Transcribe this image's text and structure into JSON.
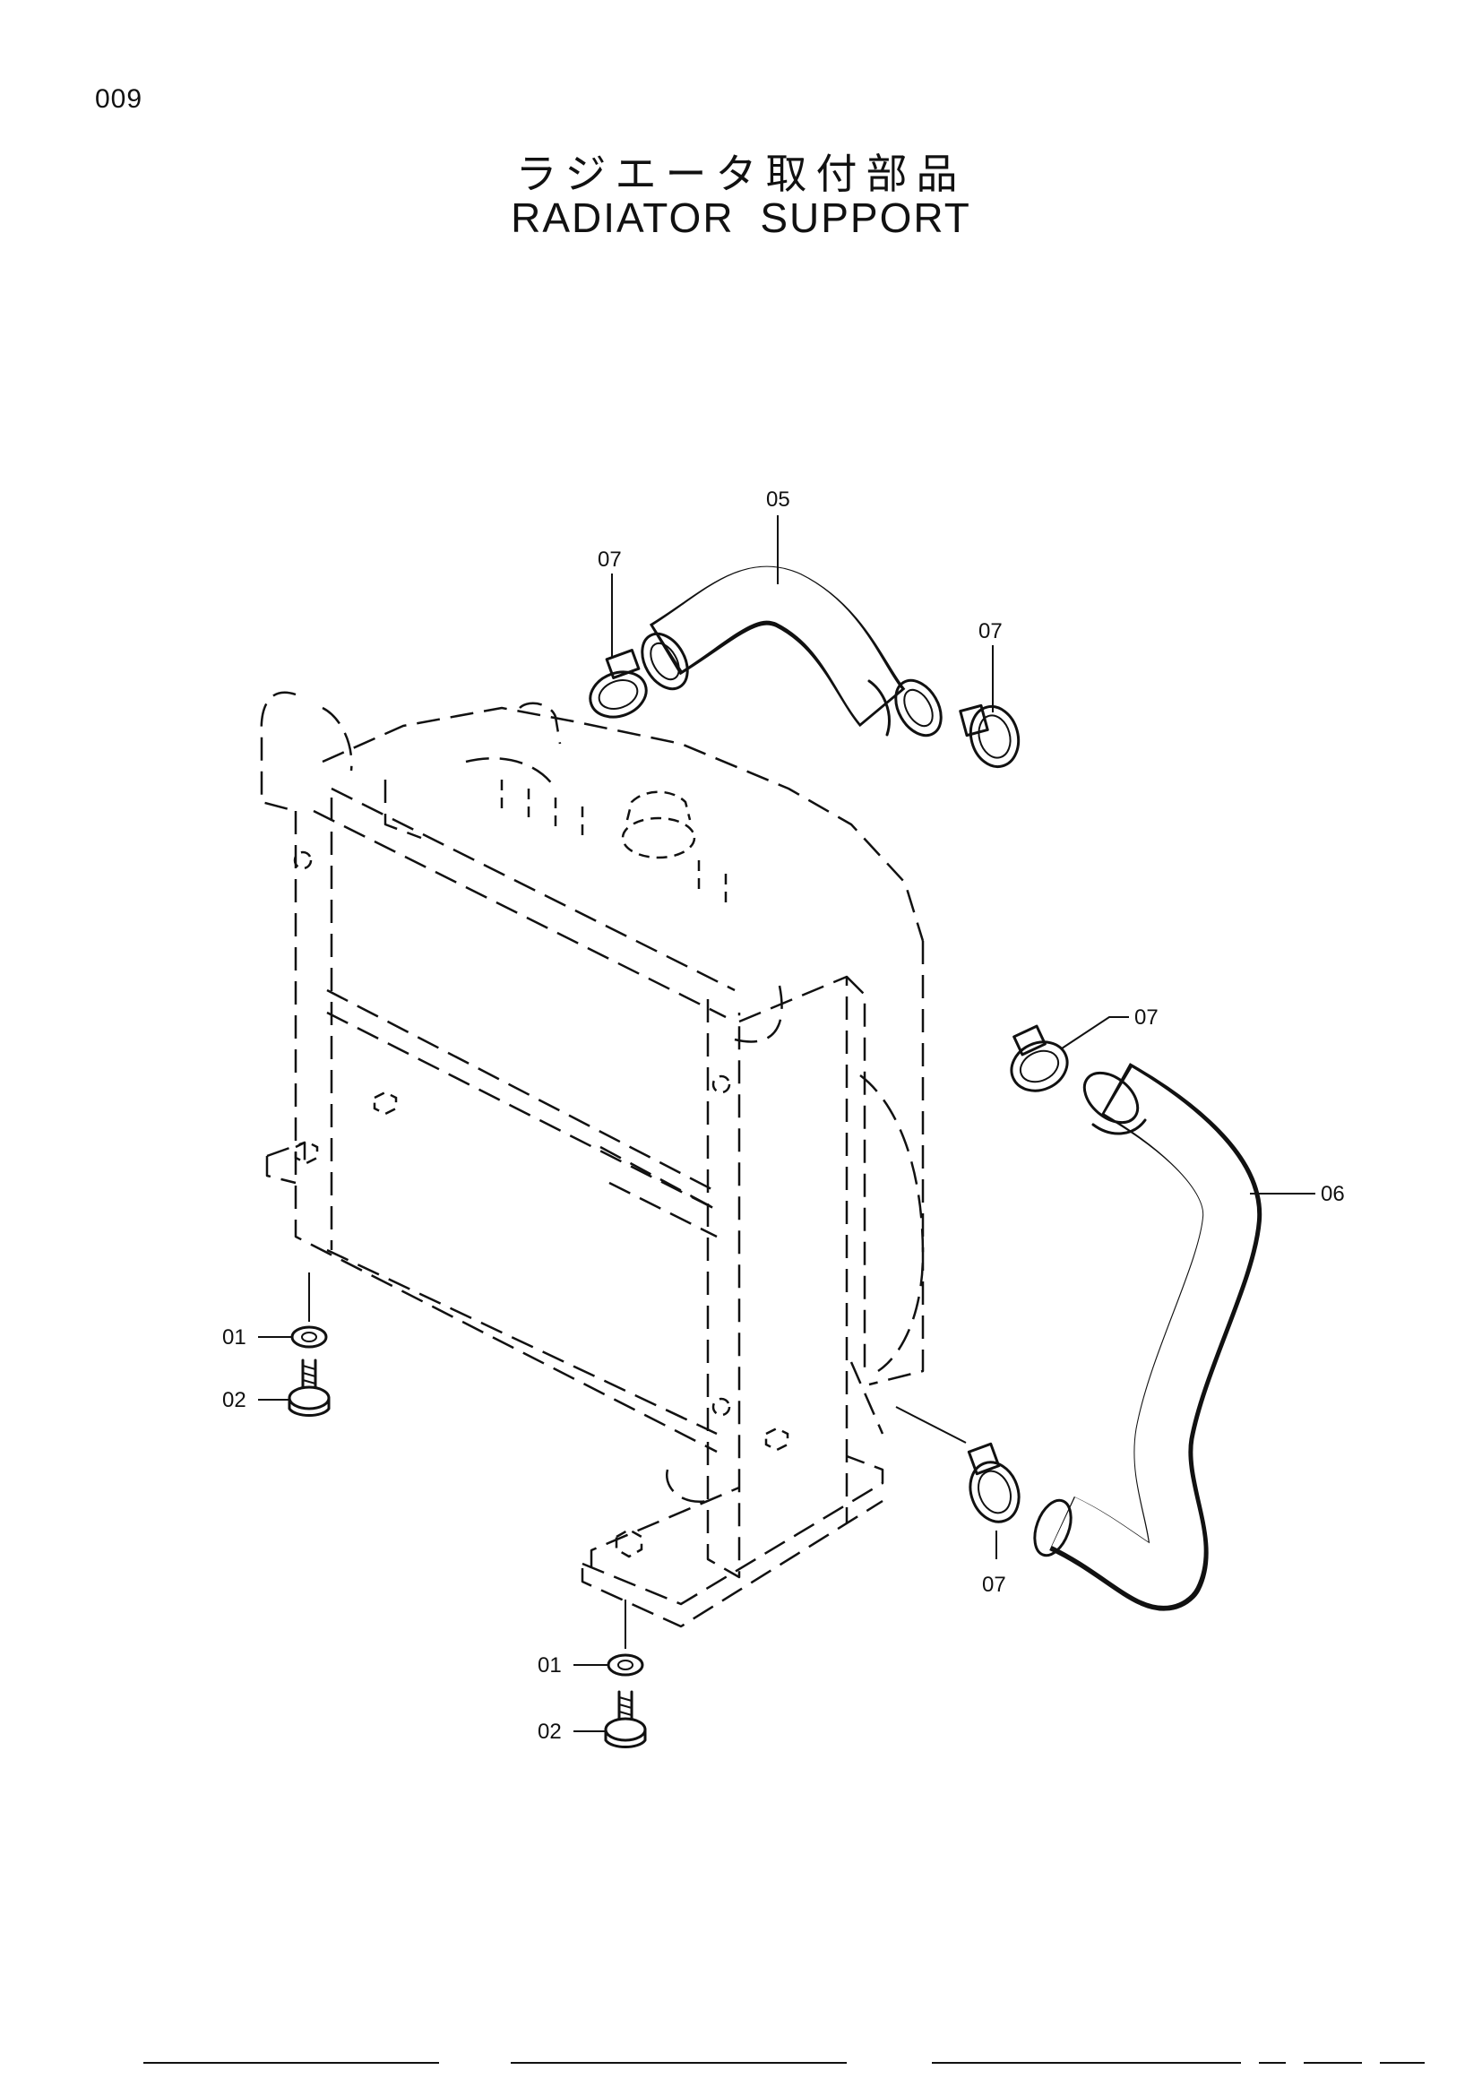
{
  "page": {
    "number": "009",
    "title_jp": "ラジエータ取付部品",
    "title_en": "RADIATOR SUPPORT"
  },
  "callouts": {
    "c05": "05",
    "c07a": "07",
    "c07b": "07",
    "c07c": "07",
    "c06": "06",
    "c07d": "07",
    "c01a": "01",
    "c02a": "02",
    "c01b": "01",
    "c02b": "02"
  }
}
